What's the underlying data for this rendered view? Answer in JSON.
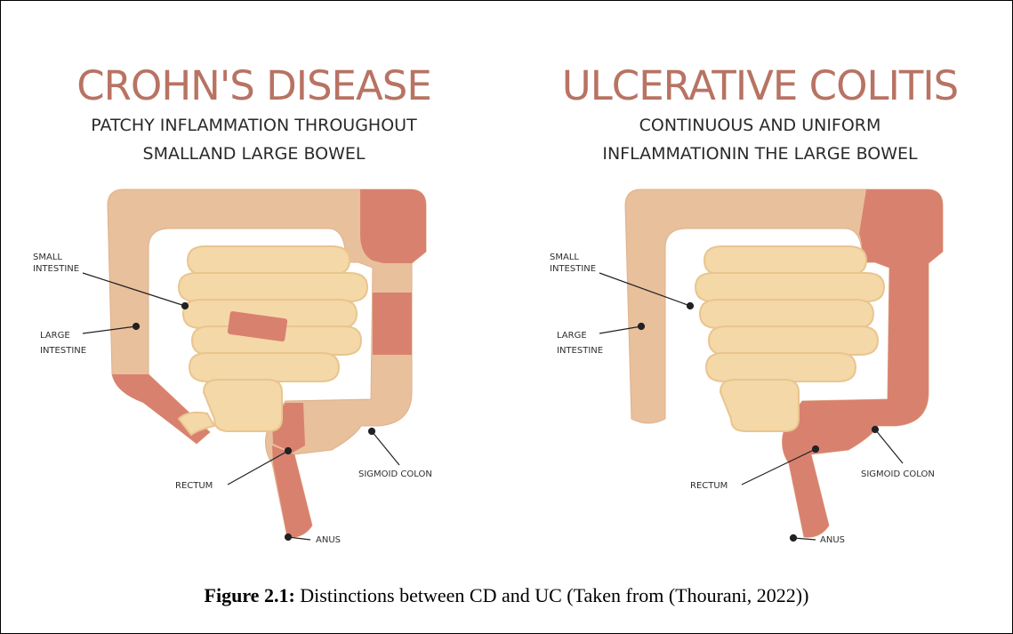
{
  "colors": {
    "title": "#b87363",
    "healthy": "#e8c09c",
    "healthy_outline": "#e0b08a",
    "inflamed": "#d9816f",
    "small_intestine": "#f4d8a8",
    "small_intestine_outline": "#e9c58f",
    "label_text": "#2e2e2e"
  },
  "panels": [
    {
      "id": "crohns",
      "title": "CROHN'S DISEASE",
      "subtitle_line1": "PATCHY INFLAMMATION THROUGHOUT",
      "subtitle_line2": "SMALLAND LARGE BOWEL",
      "labels": {
        "small_intestine_1": "SMALL",
        "small_intestine_2": "INTESTINE",
        "large_intestine_1": "LARGE",
        "large_intestine_2": "INTESTINE",
        "rectum": "RECTUM",
        "sigmoid_colon": "SIGMOID COLON",
        "anus": "ANUS"
      }
    },
    {
      "id": "ulcerative-colitis",
      "title": "ULCERATIVE COLITIS",
      "subtitle_line1": "CONTINUOUS AND UNIFORM",
      "subtitle_line2": "INFLAMMATIONIN THE LARGE BOWEL",
      "labels": {
        "small_intestine_1": "SMALL",
        "small_intestine_2": "INTESTINE",
        "large_intestine_1": "LARGE",
        "large_intestine_2": "INTESTINE",
        "rectum": "RECTUM",
        "sigmoid_colon": "SIGMOID COLON",
        "anus": "ANUS"
      }
    }
  ],
  "caption": {
    "figure_number": "Figure 2.1:",
    "text": " Distinctions between CD and UC (Taken from (Thourani, 2022))"
  }
}
